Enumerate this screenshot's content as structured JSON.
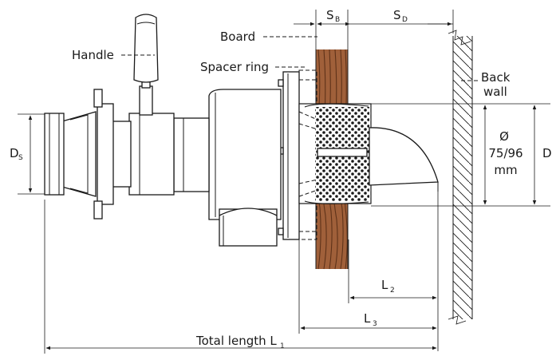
{
  "labels": {
    "handle": "Handle",
    "board": "Board",
    "spacer_ring": "Spacer ring",
    "back_wall_line1": "Back",
    "back_wall_line2": "wall",
    "ds_main": "D",
    "ds_sub": "S",
    "sb_main": "S",
    "sb_sub": "B",
    "sd_main": "S",
    "sd_sub": "D",
    "diameter_symbol": "Ø",
    "diameter_value": "75/96",
    "diameter_unit": "mm",
    "d_label": "D",
    "l2_main": "L",
    "l2_sub": "2",
    "l3_main": "L",
    "l3_sub": "3",
    "total_main": "Total length L",
    "total_sub": "1"
  },
  "colors": {
    "board": "#a0603a",
    "board_grain": "#5e3219",
    "line": "#1a1a1a"
  }
}
